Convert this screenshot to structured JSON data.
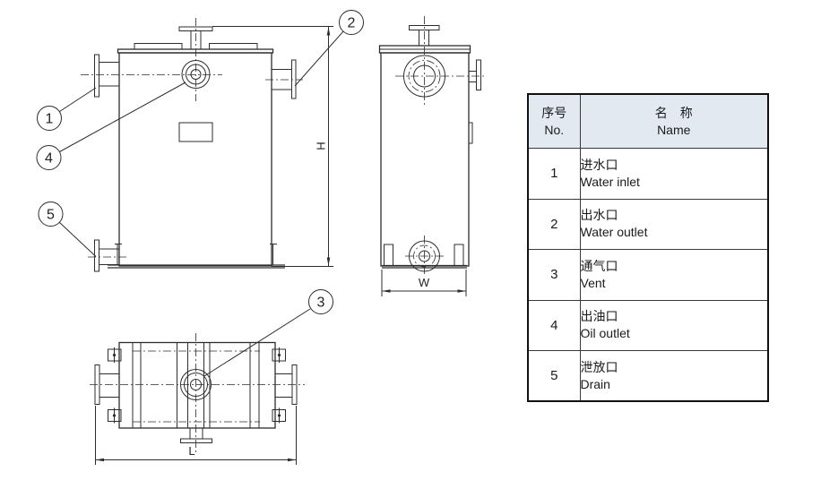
{
  "drawing": {
    "line_color": "#2d2d2d",
    "callouts": [
      {
        "label": "1"
      },
      {
        "label": "2"
      },
      {
        "label": "3"
      },
      {
        "label": "4"
      },
      {
        "label": "5"
      }
    ],
    "dimensions": {
      "height": "H",
      "width": "W",
      "length": "L"
    }
  },
  "table": {
    "header_bg": "#e2e9f1",
    "header": {
      "no_cn": "序号",
      "no_en": "No.",
      "name_cn": "名　称",
      "name_en": "Name"
    },
    "rows": [
      {
        "no": "1",
        "cn": "进水口",
        "en": "Water inlet"
      },
      {
        "no": "2",
        "cn": "出水口",
        "en": "Water outlet"
      },
      {
        "no": "3",
        "cn": "通气口",
        "en": "Vent"
      },
      {
        "no": "4",
        "cn": "出油口",
        "en": "Oil outlet"
      },
      {
        "no": "5",
        "cn": "泄放口",
        "en": "Drain"
      }
    ]
  }
}
